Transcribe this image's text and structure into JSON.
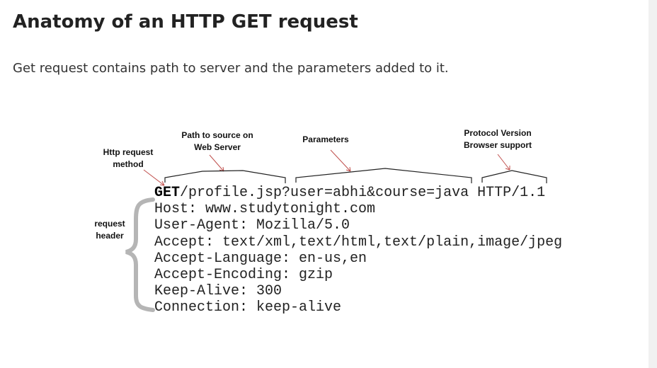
{
  "title": "Anatomy of an HTTP GET request",
  "description": "Get request contains path to server and the parameters added to it.",
  "diagram": {
    "labels": {
      "method": "Http request method",
      "path": "Path to source on Web Server",
      "parameters": "Parameters",
      "protocol": "Protocol Version Browser support",
      "header": "request header"
    },
    "request_line": {
      "method": "GET",
      "path": "/profile.jsp?",
      "params": "user=abhi&course=java",
      "protocol": " HTTP/1.1"
    },
    "headers": [
      "Host: www.studytonight.com",
      "User-Agent: Mozilla/5.0",
      "Accept: text/xml,text/html,text/plain,image/jpeg",
      "Accept-Language: en-us,en",
      "Accept-Encoding: gzip",
      "Keep-Alive: 300",
      "Connection: keep-alive"
    ]
  }
}
